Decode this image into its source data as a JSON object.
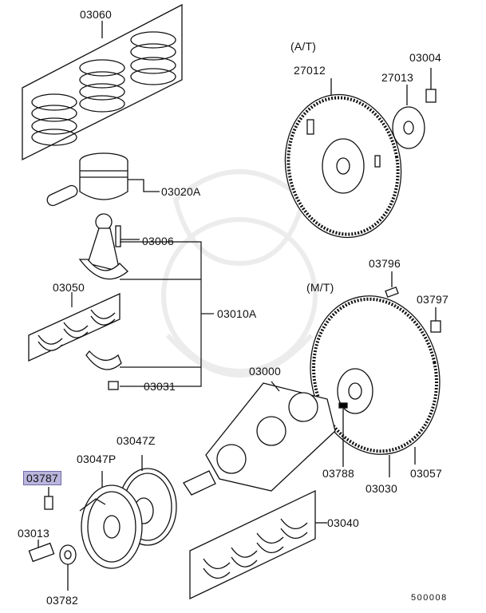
{
  "labels": {
    "p03060": "03060",
    "p03020a": "03020A",
    "p03006": "03006",
    "p03050": "03050",
    "p03010a": "03010A",
    "p03031": "03031",
    "at_note": "(A/T)",
    "p27012": "27012",
    "p03004": "03004",
    "p27013": "27013",
    "p03796": "03796",
    "mt_note": "(M/T)",
    "p03797": "03797",
    "p03000": "03000",
    "p03047z": "03047Z",
    "p03047p": "03047P",
    "p03787": "03787",
    "p03013": "03013",
    "p03782": "03782",
    "p03788": "03788",
    "p03030": "03030",
    "p03057": "03057",
    "p03040": "03040",
    "diagram_code": "500008"
  },
  "highlight_color": "#b9b5dd",
  "line_color": "#111111"
}
